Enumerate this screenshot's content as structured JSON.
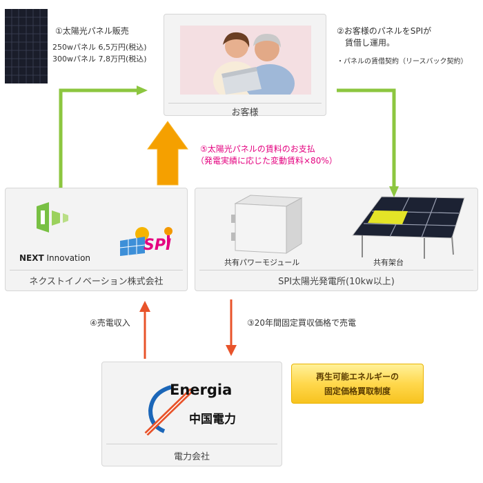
{
  "panel_sale": {
    "title": "①太陽光パネル販売",
    "line1": "250wパネル 6,5万円(税込)",
    "line2": "300wパネル 7,8万円(税込)"
  },
  "customer": {
    "label": "お客様"
  },
  "lease": {
    "title_line1": "②お客様のパネルをSPIが",
    "title_line2": "賃借し運用。",
    "note": "・パネルの賃借契約（リースバック契約）"
  },
  "payment": {
    "line1": "⑤太陽光パネルの賃料のお支払",
    "line2": "（発電実績に応じた変動賃料×80%）"
  },
  "next_innovation": {
    "logo_text_next": "NEXT",
    "logo_text_innovation": " Innovation",
    "spi_logo": "SPI",
    "label": "ネクストイノベーション株式会社"
  },
  "spi_plant": {
    "power_module_label": "共有パワーモジュール",
    "mount_label": "共有架台",
    "label": "SPI太陽光発電所(10kw以上)"
  },
  "flows": {
    "revenue": "④売電収入",
    "sell": "③20年間固定買収価格で売電"
  },
  "utility": {
    "logo_en": "Energia",
    "logo_jp": "中国電力",
    "label": "電力会社"
  },
  "fit_badge": {
    "line1": "再生可能エネルギーの",
    "line2": "固定価格買取制度"
  },
  "colors": {
    "green_arrow": "#8cc63f",
    "orange_arrow": "#f5a000",
    "red_arrow": "#e8532a",
    "pink_text": "#e4007f",
    "badge_yellow": "#ffd84d"
  }
}
